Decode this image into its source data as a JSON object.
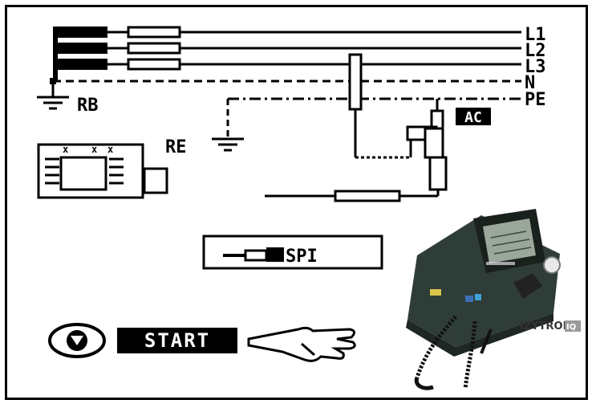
{
  "lines": {
    "l1": "L1",
    "l2": "L2",
    "l3": "L3",
    "n": "N",
    "pe": "PE"
  },
  "labels": {
    "rb": "RB",
    "re": "RE",
    "ac": "AC",
    "start": "START",
    "spi": "SPI"
  },
  "device": {
    "watermark": "IZYTRON",
    "watermark_suffix": "IQ"
  },
  "colors": {
    "ink": "#000000",
    "device_body": "#2f3d38",
    "device_panel": "#1f2723",
    "screen": "#9aa79a"
  }
}
